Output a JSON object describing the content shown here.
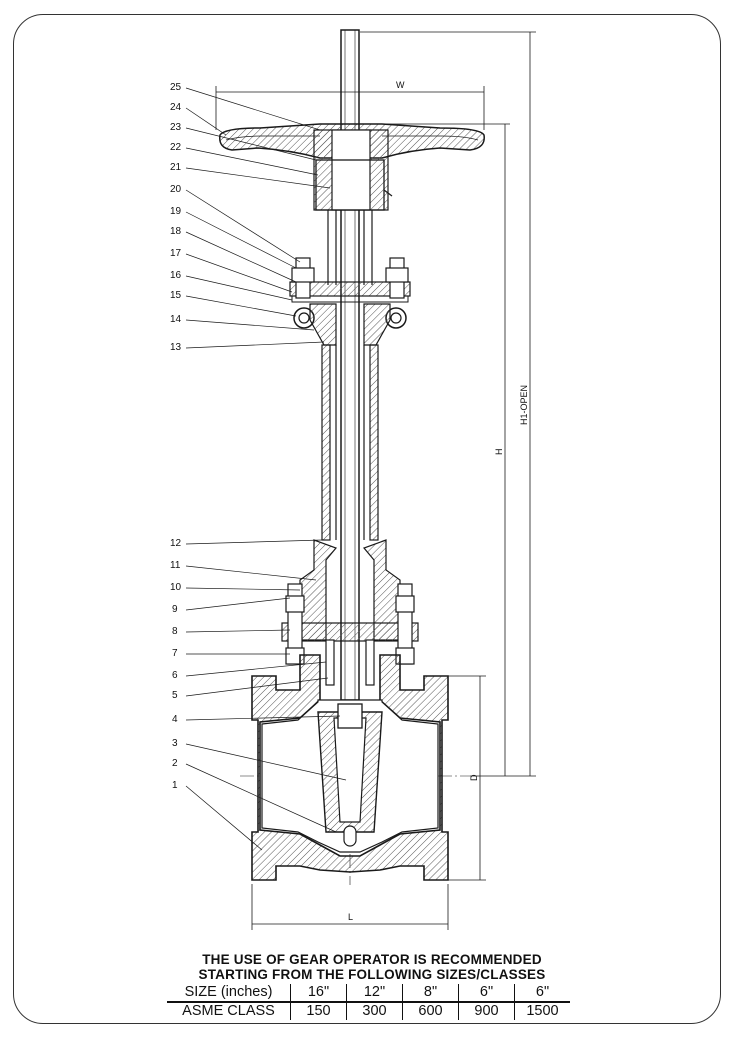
{
  "drawing": {
    "part_numbers": [
      "25",
      "24",
      "23",
      "22",
      "21",
      "20",
      "19",
      "18",
      "17",
      "16",
      "15",
      "14",
      "13",
      "12",
      "11",
      "10",
      "9",
      "8",
      "7",
      "6",
      "5",
      "4",
      "3",
      "2",
      "1"
    ],
    "dimension_labels": {
      "w": "W",
      "h": "H",
      "h1": "H1-OPEN",
      "d": "D",
      "l": "L"
    }
  },
  "note": {
    "line1": "THE USE OF GEAR OPERATOR IS RECOMMENDED",
    "line2": "STARTING FROM THE FOLLOWING SIZES/CLASSES"
  },
  "table": {
    "row_size_label": "SIZE (inches)",
    "row_class_label": "ASME CLASS",
    "sizes": [
      "16\"",
      "12\"",
      "8\"",
      "6\"",
      "6\""
    ],
    "classes": [
      "150",
      "300",
      "600",
      "900",
      "1500"
    ]
  },
  "colors": {
    "line": "#1a1a1a",
    "hatch": "#555555",
    "background": "#ffffff"
  }
}
